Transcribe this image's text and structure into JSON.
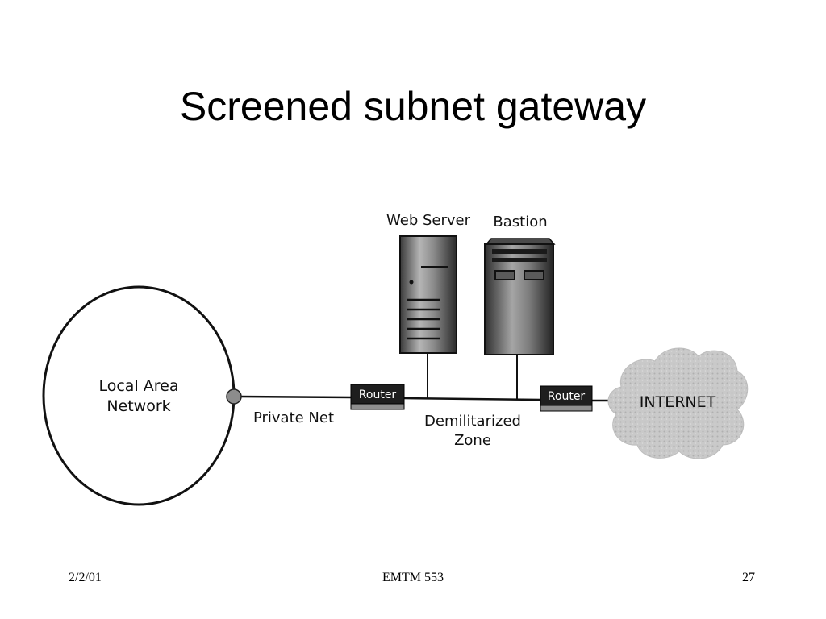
{
  "slide": {
    "title": "Screened subnet gateway"
  },
  "diagram": {
    "lan_label_line1": "Local Area",
    "lan_label_line2": "Network",
    "private_net_label": "Private Net",
    "router_left_label": "Router",
    "router_right_label": "Router",
    "web_server_label": "Web Server",
    "bastion_label": "Bastion",
    "dmz_label_line1": "Demilitarized",
    "dmz_label_line2": "Zone",
    "internet_label": "INTERNET"
  },
  "footer": {
    "date": "2/2/01",
    "course": "EMTM 553",
    "page_number": "27"
  }
}
